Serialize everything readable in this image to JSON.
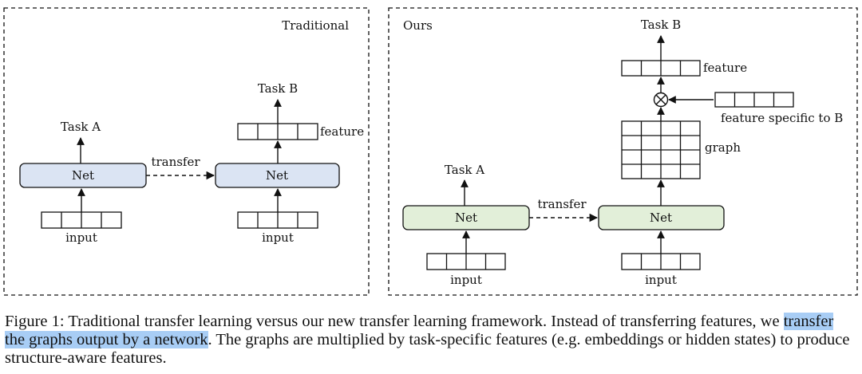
{
  "figure": {
    "left_panel": {
      "title": "Traditional",
      "net_a": "Net",
      "net_b": "Net",
      "task_a": "Task A",
      "task_b": "Task B",
      "transfer": "transfer",
      "feature": "feature",
      "input_a": "input",
      "input_b": "input"
    },
    "right_panel": {
      "title": "Ours",
      "net_a": "Net",
      "net_b": "Net",
      "task_a": "Task A",
      "task_b": "Task B",
      "transfer": "transfer",
      "feature": "feature",
      "graph": "graph",
      "feature_specific": "feature specific to B",
      "input_a": "input",
      "input_b": "input"
    },
    "colors": {
      "left_net_fill": "#dbe4f3",
      "right_net_fill": "#e2efd9",
      "line": "#111111"
    }
  },
  "caption": {
    "label": "Figure 1:",
    "text_1": " Traditional transfer learning versus our new transfer learning framework. Instead of transferring features, we ",
    "highlight": "transfer the graphs output by a network",
    "text_2": ". The graphs are multiplied by task-specific features (e.g. embeddings or hidden states) to produce structure-aware features.",
    "highlight_color": "#a8cdf5"
  }
}
